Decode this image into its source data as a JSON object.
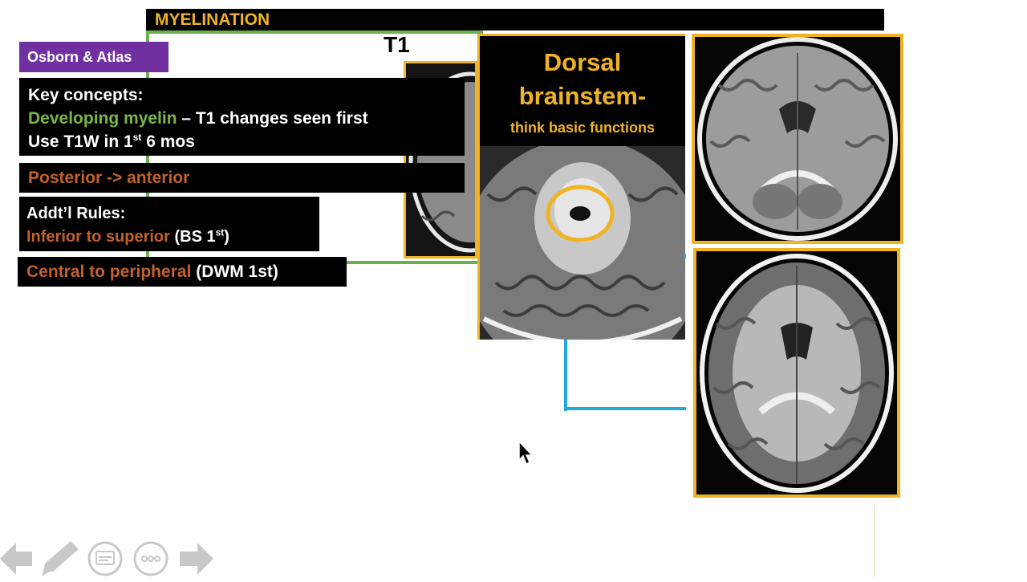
{
  "slide": {
    "title": "MYELINATION",
    "t1_label": "T1",
    "badge": "Osborn & Atlas",
    "key_concepts": {
      "heading": "Key concepts:",
      "line1_highlight": "Developing myelin",
      "line1_rest": " – T1 changes seen first",
      "line2_pre": "Use T1W in 1",
      "line2_sup": "st",
      "line2_post": " 6 mos"
    },
    "posterior": "Posterior -> anterior",
    "addtl": {
      "heading": "Addt’l Rules:",
      "rule_highlight": "Inferior to superior",
      "rule_rest_pre": " (BS 1",
      "rule_rest_sup": "st",
      "rule_rest_post": ")"
    },
    "central": {
      "highlight": "Central to peripheral",
      "rest": " (DWM 1st)"
    },
    "dorsal": {
      "title_line1": "Dorsal",
      "title_line2": "brainstem-",
      "subtitle": "think basic functions"
    }
  },
  "colors": {
    "accent_yellow": "#f0b323",
    "green": "#7ab648",
    "orange": "#c4612b",
    "purple": "#7030a0",
    "blue": "#1fa9e1"
  },
  "controls": {
    "prev": "arrow-left-icon",
    "pen": "pen-icon",
    "subtitles": "subtitles-icon",
    "more": "more-icon",
    "next": "arrow-right-icon"
  }
}
